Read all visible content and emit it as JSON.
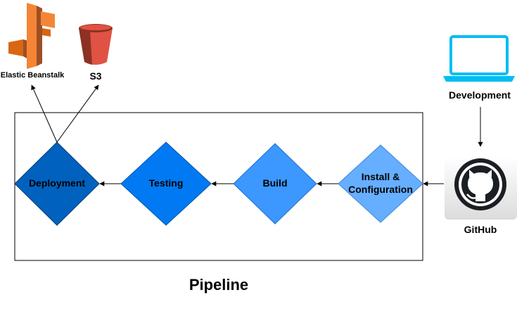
{
  "services": {
    "beanstalk_label": "Elastic Beanstalk",
    "s3_label": "S3"
  },
  "source": {
    "development_label": "Development",
    "github_label": "GitHub"
  },
  "pipeline": {
    "title": "Pipeline",
    "stages": {
      "deployment": "Deployment",
      "testing": "Testing",
      "build": "Build",
      "install_line1": "Install &",
      "install_line2": "Configuration"
    }
  },
  "colors": {
    "deployment": "#0062BE",
    "testing": "#0079F2",
    "build": "#3C97FF",
    "install": "#66AEFF",
    "beanstalk": "#F58536",
    "s3": "#E05243",
    "laptop": "#00BEF2"
  }
}
